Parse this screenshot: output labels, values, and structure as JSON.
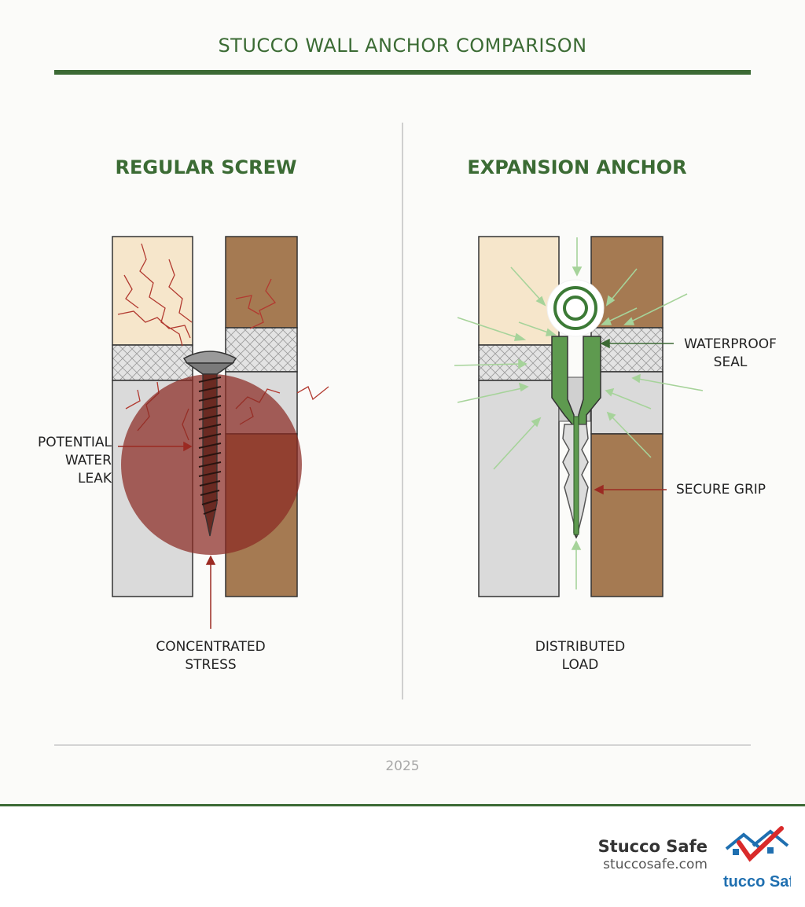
{
  "title": "STUCCO WALL ANCHOR COMPARISON",
  "left_panel": {
    "title": "REGULAR SCREW",
    "label_leak_line1": "POTENTIAL",
    "label_leak_line2": "WATER LEAK",
    "label_stress_line1": "CONCENTRATED",
    "label_stress_line2": "STRESS"
  },
  "right_panel": {
    "title": "EXPANSION ANCHOR",
    "label_seal_line1": "WATERPROOF",
    "label_seal_line2": "SEAL",
    "label_grip": "SECURE GRIP",
    "label_load_line1": "DISTRIBUTED",
    "label_load_line2": "LOAD"
  },
  "year": "2025",
  "brand": {
    "name": "Stucco Safe",
    "url": "stuccosafe.com",
    "logo_text": "tucco Saf"
  },
  "colors": {
    "accent_green": "#3c6a35",
    "stress_red": "#8b2a22",
    "stucco": "#f6e6cb",
    "wood": "#a57a52",
    "mesh": "#e0e0e0",
    "sheathing": "#dadada"
  }
}
